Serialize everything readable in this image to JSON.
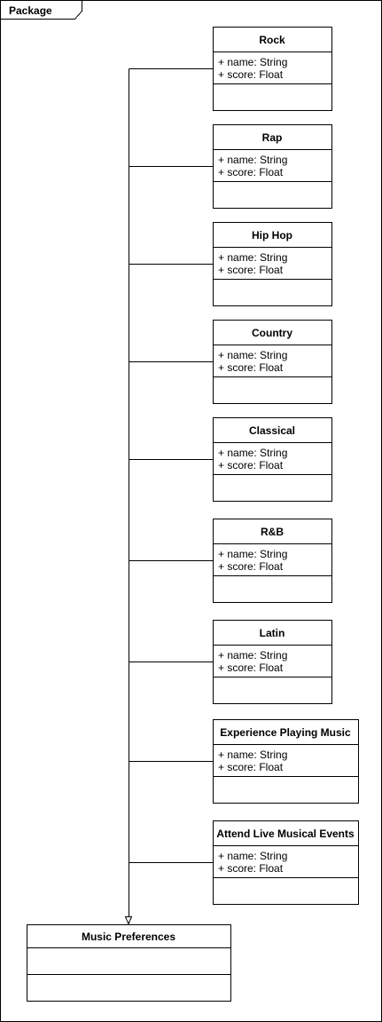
{
  "package": {
    "label": "Package"
  },
  "classes": [
    {
      "name": "Rock",
      "attributes": [
        "+ name: String",
        "+ score: Float"
      ]
    },
    {
      "name": "Rap",
      "attributes": [
        "+ name: String",
        "+ score: Float"
      ]
    },
    {
      "name": "Hip Hop",
      "attributes": [
        "+ name: String",
        "+ score: Float"
      ]
    },
    {
      "name": "Country",
      "attributes": [
        "+ name: String",
        "+ score: Float"
      ]
    },
    {
      "name": "Classical",
      "attributes": [
        "+ name: String",
        "+ score: Float"
      ]
    },
    {
      "name": "R&B",
      "attributes": [
        "+ name: String",
        "+ score: Float"
      ]
    },
    {
      "name": "Latin",
      "attributes": [
        "+ name: String",
        "+ score: Float"
      ]
    },
    {
      "name": "Experience Playing Music",
      "attributes": [
        "+ name: String",
        "+ score: Float"
      ]
    },
    {
      "name": "Attend Live Musical Events",
      "attributes": [
        "+ name: String",
        "+ score: Float"
      ]
    }
  ],
  "target": {
    "name": "Music Preferences"
  },
  "relationship": "generalization"
}
